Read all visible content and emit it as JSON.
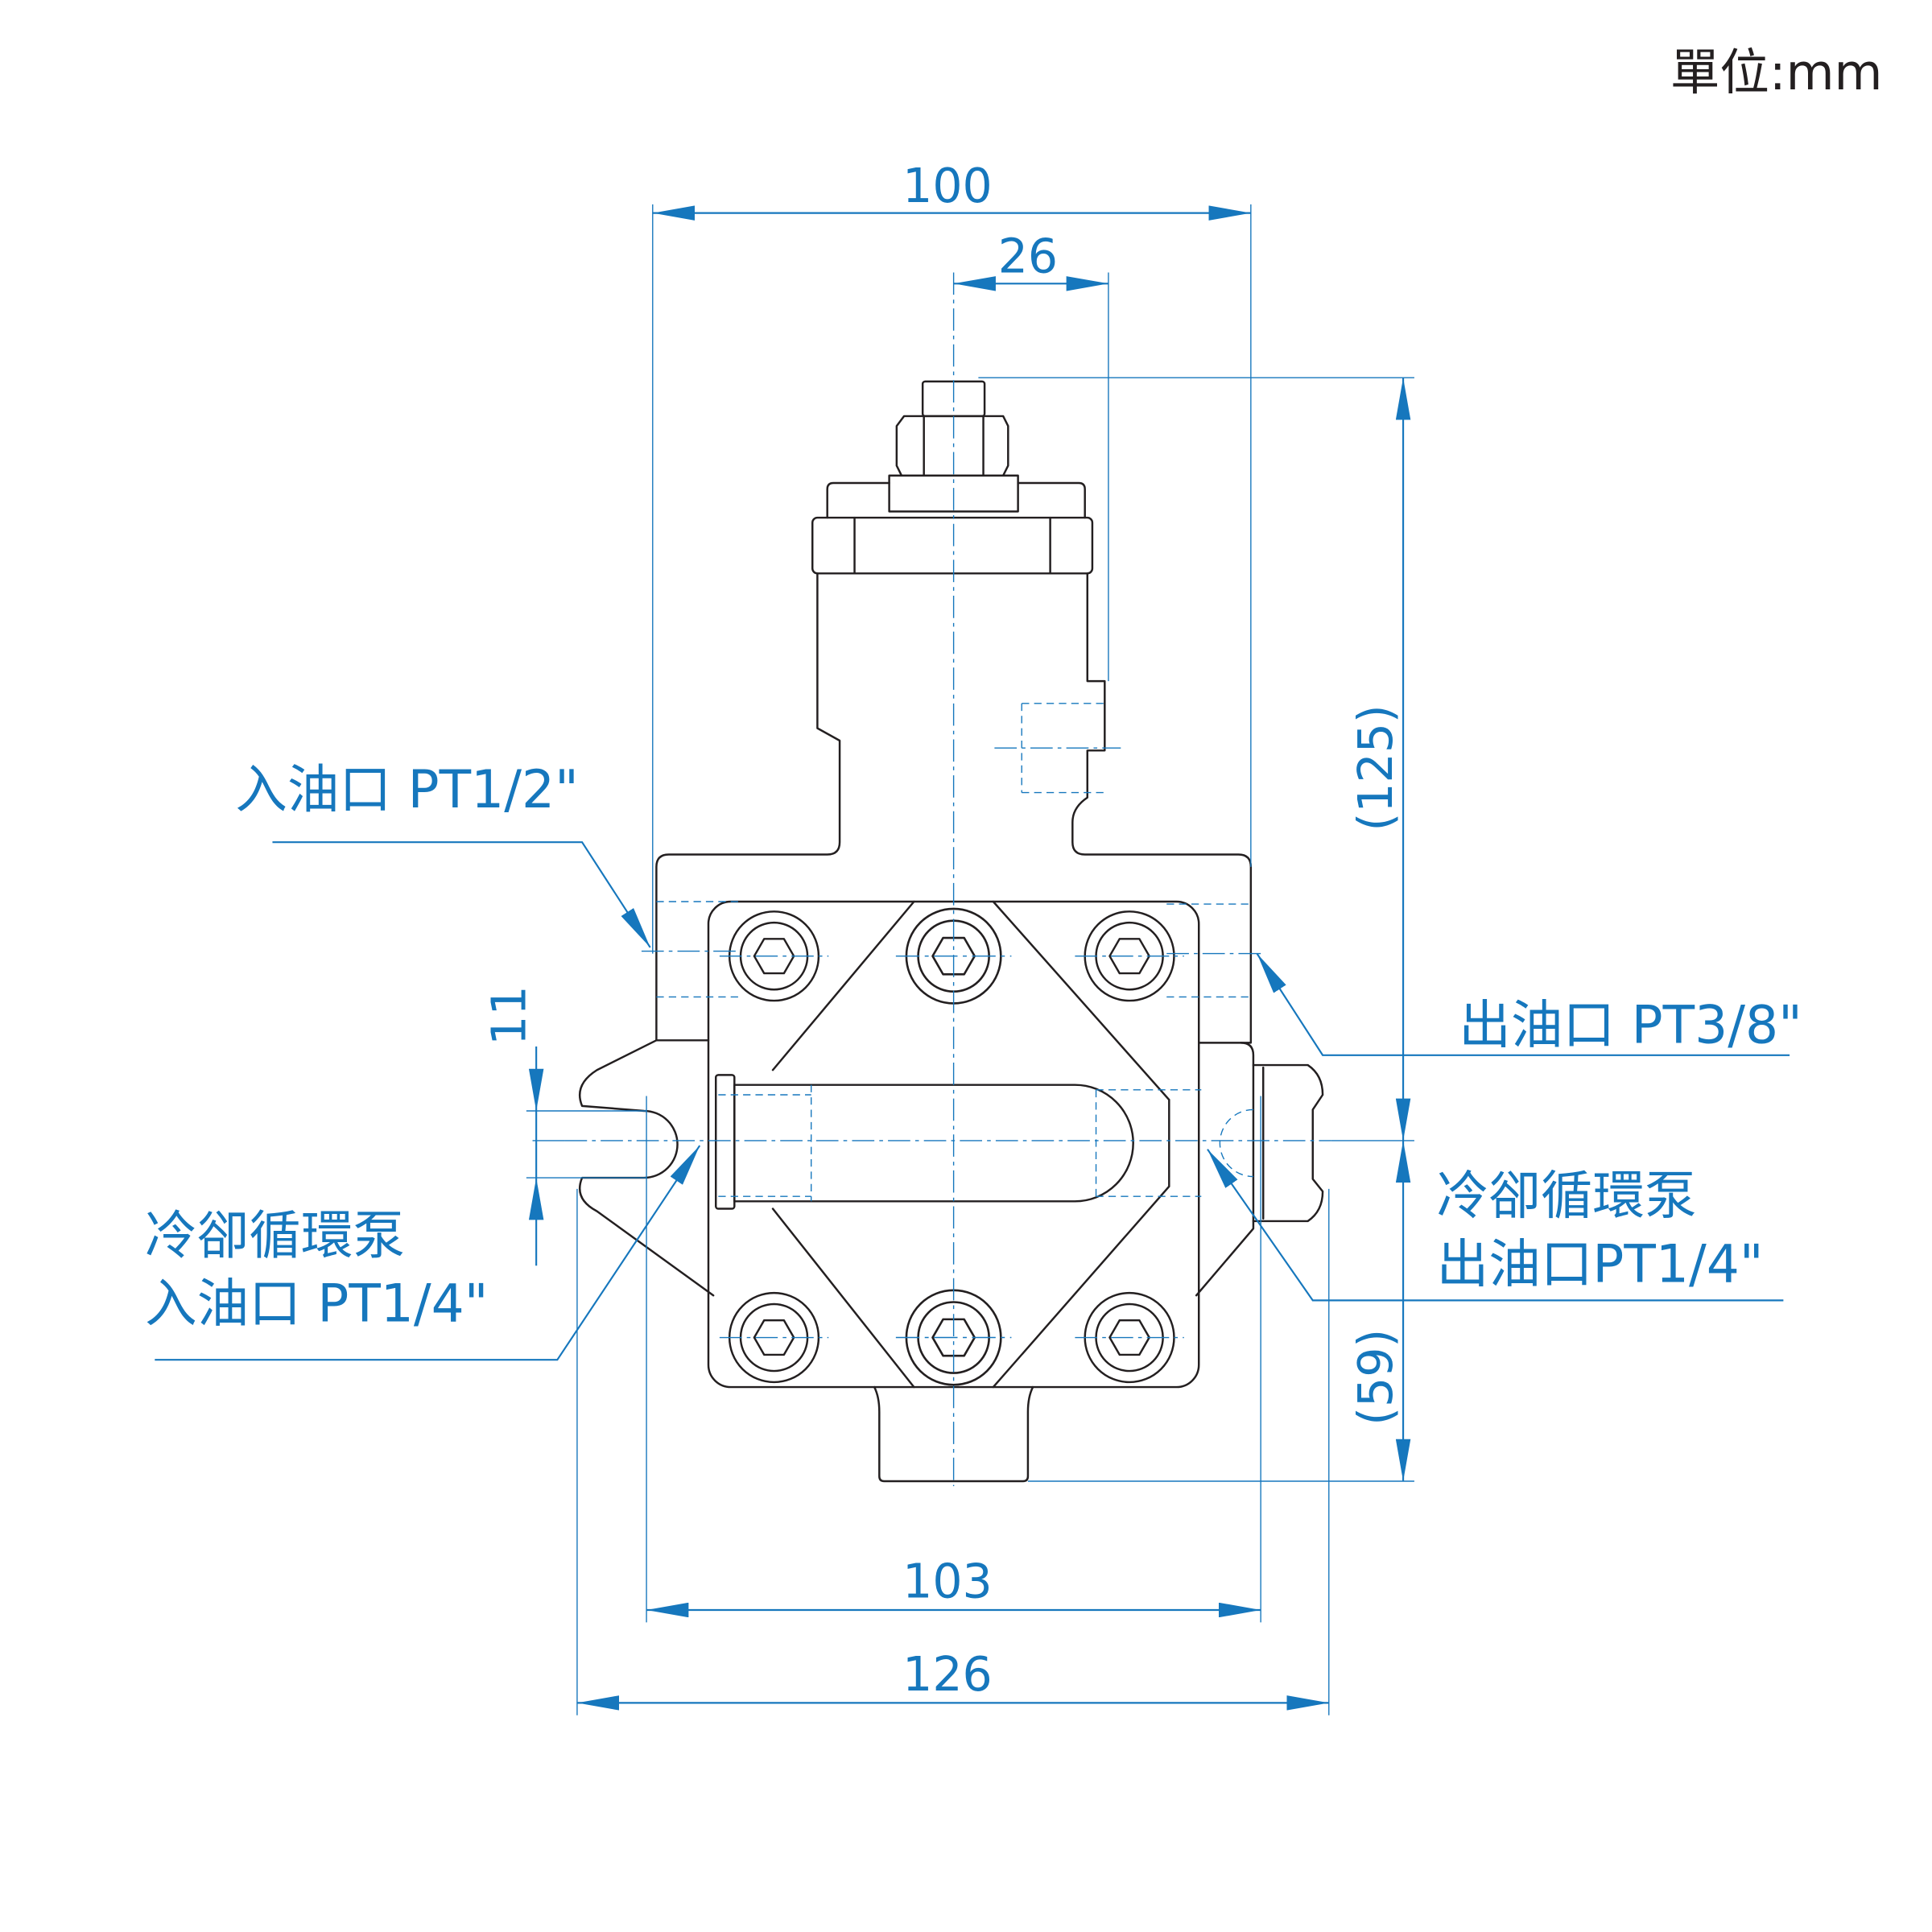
{
  "unit_label": "單位:mm",
  "dimensions": {
    "top_width": "100",
    "port_offset": "26",
    "upper_height": "(125)",
    "lower_height": "(59)",
    "cooling_port_spacing": "11",
    "mid_width": "103",
    "overall_width": "126"
  },
  "callouts": {
    "inlet": "入油口 PT1/2\"",
    "outlet": "出油口 PT3/8\"",
    "cooling_inlet": [
      "冷卻循環泵",
      "入油口 PT1/4\""
    ],
    "cooling_outlet": [
      "冷卻循環泵",
      "出油口PT1/4\""
    ]
  },
  "colors": {
    "dimension": "#1677bd",
    "outline": "#231f20",
    "background": "#ffffff"
  }
}
